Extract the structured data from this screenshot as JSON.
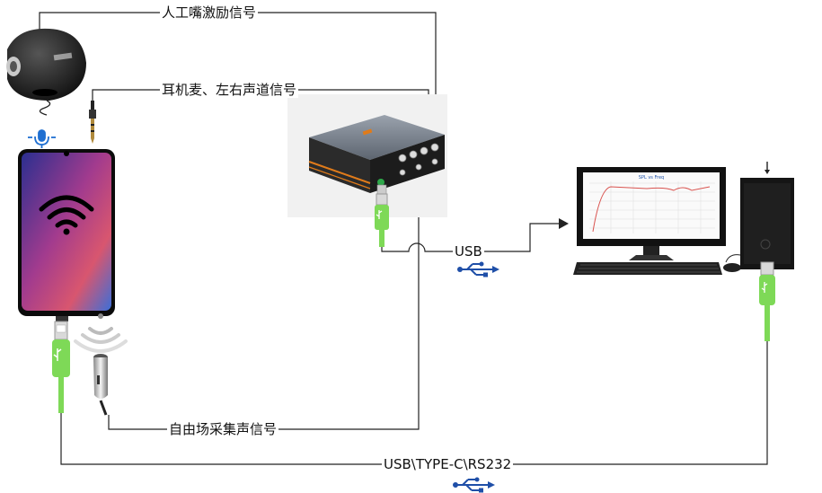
{
  "labels": {
    "mouth": "人工嘴激励信号",
    "earphone": "耳机麦、左右声道信号",
    "usb": "USB",
    "free_field": "自由场采集声信号",
    "bottom": "USB\\TYPE-C\\RS232"
  },
  "monitor": {
    "graph_title": "SPL vs Freq"
  },
  "colors": {
    "usb_green": "#7ed957",
    "usb_blue": "#1f4fa8",
    "analyzer_orange": "#e07b1a",
    "line": "#222222"
  },
  "icons": [
    "artificial-mouth-icon",
    "headset-jack-icon",
    "microphone-icon",
    "smartphone-icon",
    "wifi-icon",
    "audio-analyzer-icon",
    "monitor-icon",
    "keyboard-icon",
    "mouse-icon",
    "pc-tower-icon",
    "usb-plug-icon",
    "usb-symbol-icon",
    "sound-wave-icon",
    "measurement-mic-icon"
  ]
}
